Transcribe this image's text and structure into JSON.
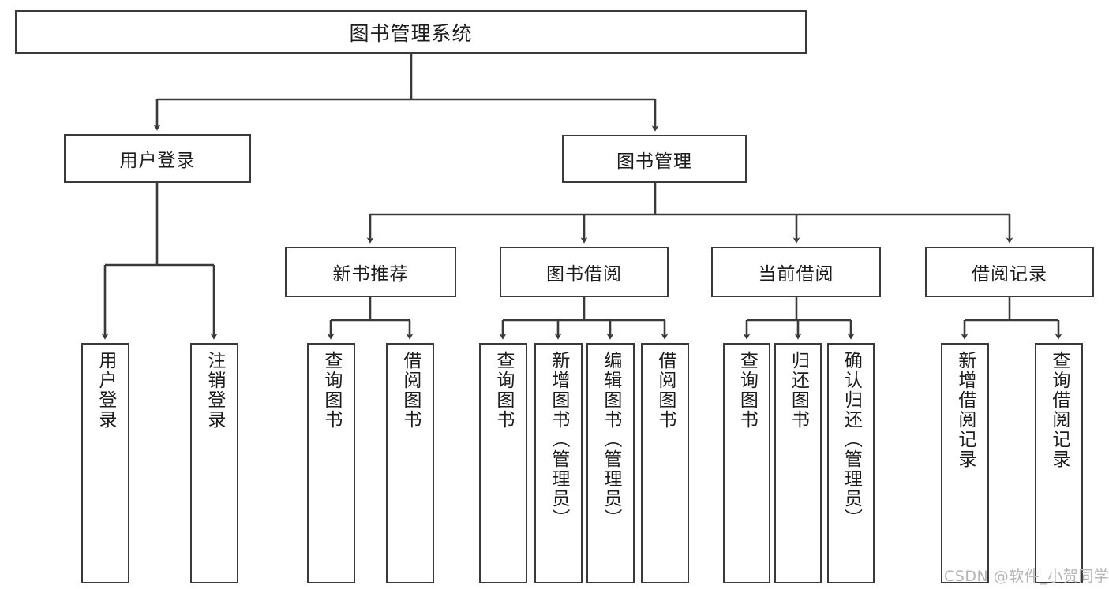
{
  "diagram": {
    "title": "图书管理系统",
    "type": "hierarchy-tree",
    "root": {
      "label": "图书管理系统"
    },
    "level1": [
      {
        "label": "用户登录"
      },
      {
        "label": "图书管理"
      }
    ],
    "level2": [
      {
        "label": "新书推荐"
      },
      {
        "label": "图书借阅"
      },
      {
        "label": "当前借阅"
      },
      {
        "label": "借阅记录"
      }
    ],
    "leaves": {
      "user_login": [
        {
          "label": "用户登录"
        },
        {
          "label": "注销登录"
        }
      ],
      "new_book_recommend": [
        {
          "label": "查询图书"
        },
        {
          "label": "借阅图书"
        }
      ],
      "book_borrow": [
        {
          "label": "查询图书"
        },
        {
          "label": "新增图书（管理员）"
        },
        {
          "label": "编辑图书（管理员）"
        },
        {
          "label": "借阅图书"
        }
      ],
      "current_borrow": [
        {
          "label": "查询图书"
        },
        {
          "label": "归还图书"
        },
        {
          "label": "确认归还（管理员）"
        }
      ],
      "borrow_record": [
        {
          "label": "新增借阅记录"
        },
        {
          "label": "查询借阅记录"
        }
      ]
    }
  },
  "watermark": {
    "text": "CSDN @软件_小贺同学"
  },
  "colors": {
    "stroke": "#3a3a3a",
    "text": "#1c1c1c",
    "background": "#ffffff",
    "watermark": "#b4b4b4"
  }
}
